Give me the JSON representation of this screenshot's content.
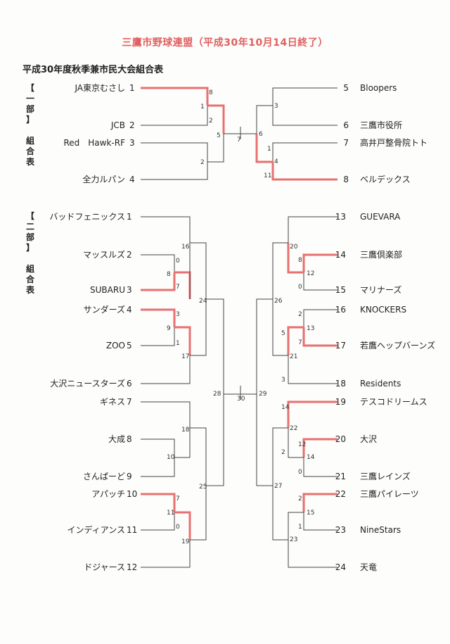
{
  "title": "三鷹市野球連盟（平成30年10月14日終了）",
  "subtitle": "平成30年度秋季兼市民大会組合表",
  "division1_label": [
    "【",
    "一",
    "部",
    "】",
    "",
    "組",
    "合",
    "表"
  ],
  "division2_label": [
    "【",
    "二",
    "部",
    "】",
    "",
    "組",
    "合",
    "表"
  ],
  "colors": {
    "line": "#444444",
    "win": "#e87070",
    "title": "#e06060"
  },
  "division1": {
    "left": [
      {
        "seed": "1",
        "name": "JA東京むさし"
      },
      {
        "seed": "2",
        "name": "JCB"
      },
      {
        "seed": "3",
        "name": "Red　Hawk-RF"
      },
      {
        "seed": "4",
        "name": "全力ルパン"
      }
    ],
    "right": [
      {
        "seed": "5",
        "name": "Bloopers"
      },
      {
        "seed": "6",
        "name": "三鷹市役所"
      },
      {
        "seed": "7",
        "name": "高井戸整骨院トト"
      },
      {
        "seed": "8",
        "name": "ベルデックス"
      }
    ]
  },
  "division2": {
    "left": [
      {
        "seed": "1",
        "name": "バッドフェニックス"
      },
      {
        "seed": "2",
        "name": "マッスルズ"
      },
      {
        "seed": "3",
        "name": "SUBARU"
      },
      {
        "seed": "4",
        "name": "サンダーズ"
      },
      {
        "seed": "5",
        "name": "ZOO"
      },
      {
        "seed": "6",
        "name": "大沢ニュースターズ"
      },
      {
        "seed": "7",
        "name": "ギネス"
      },
      {
        "seed": "8",
        "name": "大成"
      },
      {
        "seed": "9",
        "name": "さんぱーど"
      },
      {
        "seed": "10",
        "name": "アパッチ"
      },
      {
        "seed": "11",
        "name": "インディアンス"
      },
      {
        "seed": "12",
        "name": "ドジャース"
      }
    ],
    "right": [
      {
        "seed": "13",
        "name": "GUEVARA"
      },
      {
        "seed": "14",
        "name": "三鷹倶楽部"
      },
      {
        "seed": "15",
        "name": "マリナーズ"
      },
      {
        "seed": "16",
        "name": "KNOCKERS"
      },
      {
        "seed": "17",
        "name": "若鷹ヘップバーンズ"
      },
      {
        "seed": "18",
        "name": "Residents"
      },
      {
        "seed": "19",
        "name": "テスコドリームス"
      },
      {
        "seed": "20",
        "name": "大沢"
      },
      {
        "seed": "21",
        "name": "三鷹レインズ"
      },
      {
        "seed": "22",
        "name": "三鷹パイレーツ"
      },
      {
        "seed": "23",
        "name": "NineStars"
      },
      {
        "seed": "24",
        "name": "天竜"
      }
    ]
  },
  "scores": {
    "d1": [
      "8",
      "1",
      "2",
      "5",
      "7",
      "6",
      "3",
      "1",
      "4",
      "11",
      "2"
    ],
    "d2": [
      "16",
      "0",
      "8",
      "7",
      "3",
      "9",
      "1",
      "17",
      "24",
      "28",
      "30",
      "29",
      "26",
      "20",
      "8",
      "12",
      "0",
      "2",
      "13",
      "5",
      "7",
      "21",
      "3",
      "18",
      "10",
      "25",
      "7",
      "11",
      "0",
      "19",
      "14",
      "22",
      "2",
      "12",
      "14",
      "0",
      "27",
      "2",
      "15",
      "1",
      "23"
    ]
  }
}
